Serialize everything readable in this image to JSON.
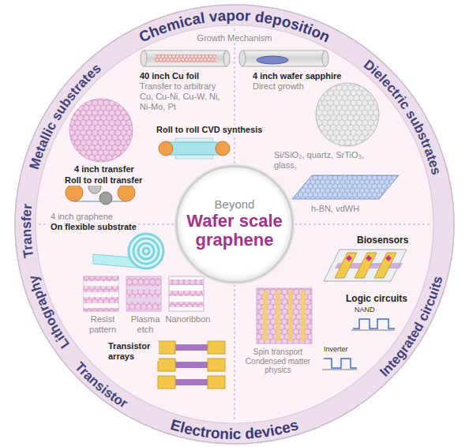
{
  "diagram": {
    "nodes": [
      {
        "text": [
          "Beyond",
          "Wafer scale graphene"
        ]
      }
    ],
    "labels": [
      "Chemical vapor deposition",
      "Metallic substrates",
      "Dielectric substrates",
      "Growth Mechanism",
      "40 inch Cu foil",
      "Transfer to arbitrary",
      "Cu, Cu-Ni, Cu-W, Ni, Ni-Mo, Pt",
      "4 inch wafer sapphire",
      "Direct growth",
      "4 inch transfer",
      "Roll to roll CVD synthesis",
      "Si/SiO₂, quartz, SrTiO₃, glass,",
      "Roll to roll transfer",
      "h-BN, vdWH",
      "4 inch graphene",
      "On flexible substrate",
      "Transfer",
      "Biosensors",
      "Resist pattern",
      "Plasma etch",
      "Nanoribbon",
      "Logic circuits",
      "NAND",
      "Lithography",
      "Transistor arrays",
      "Inverter",
      "Spin transport Condensed matter physics",
      "Transistor",
      "Integrated circuits",
      "Electronic devices"
    ]
  }
}
